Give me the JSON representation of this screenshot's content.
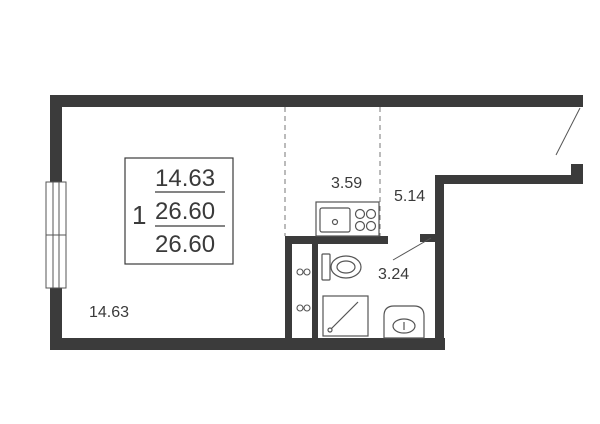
{
  "unit": {
    "rooms_count": "1",
    "area_living": "14.63",
    "area_total": "26.60",
    "area_total_2": "26.60"
  },
  "rooms": {
    "main_room_area": "14.63",
    "kitchen_area": "3.59",
    "hallway_area": "5.14",
    "bathroom_area": "3.24"
  },
  "colors": {
    "wall": "#3b3b3b",
    "fixture": "#555555",
    "text": "#3a3a3a"
  }
}
